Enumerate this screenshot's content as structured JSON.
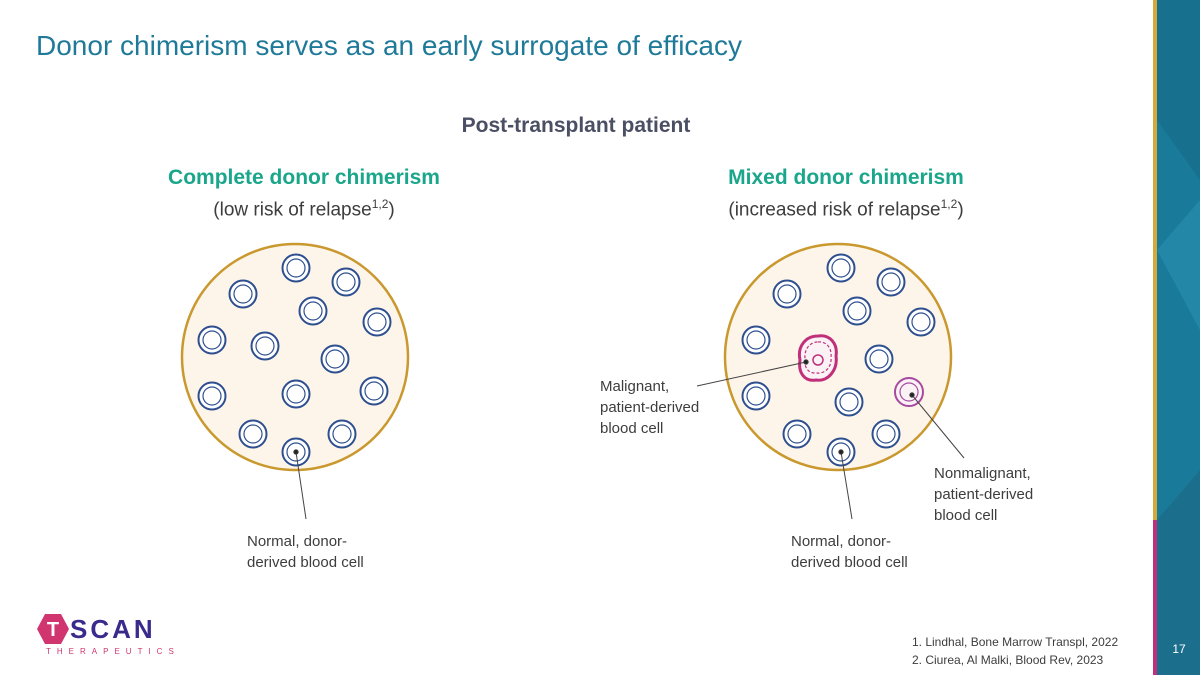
{
  "slide": {
    "title": "Donor chimerism serves as an early surrogate of efficacy",
    "subtitle": "Post-transplant patient",
    "page_number": "17"
  },
  "left_panel": {
    "heading": "Complete donor chimerism",
    "note_open": "(",
    "note_text": "low risk of relapse",
    "note_sup": "1,2",
    "note_close": ")",
    "label_normal": "Normal, donor-\nderived blood cell"
  },
  "right_panel": {
    "heading": "Mixed donor chimerism",
    "note_open": "(",
    "note_text": "increased risk of relapse",
    "note_sup": "1,2",
    "note_close": ")",
    "label_malignant": "Malignant,\npatient-derived\nblood cell",
    "label_nonmalignant": "Nonmalignant,\npatient-derived\nblood cell",
    "label_normal": "Normal, donor-\nderived blood cell"
  },
  "references": [
    "1. Lindhal, Bone Marrow Transpl, 2022",
    "2. Ciurea, Al Malki, Blood Rev, 2023"
  ],
  "logo": {
    "letter": "T",
    "word": "SCAN",
    "tagline": "THERAPEUTICS"
  },
  "colors": {
    "title": "#1f7a99",
    "heading": "#1aa68a",
    "circle_outline": "#c9982e",
    "circle_fill": "#fdf5ea",
    "normal_cell": "#2e4f8f",
    "malignant_cell": "#c0307a",
    "nonmalignant_cell": "#a64aa0",
    "sidebar": "#1a7a9a",
    "logo_hex": "#d0356f",
    "logo_word": "#3a2a8c"
  }
}
